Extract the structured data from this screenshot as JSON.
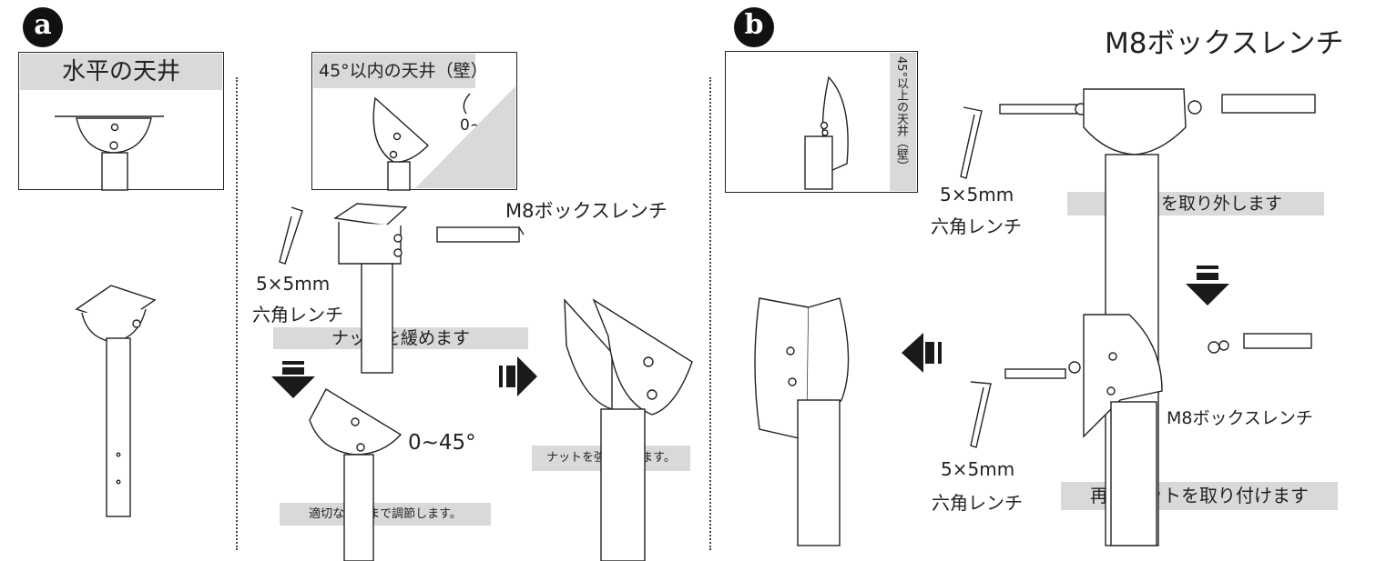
{
  "section_a": {
    "badge": "a",
    "horizontal_ceiling": "水平の天井",
    "ceiling_45": "45°以内の天井（壁）",
    "angle_range_1": "0~45°",
    "box_wrench_label": "M8ボックスレンチ",
    "hex_wrench_size": "5×5mm",
    "hex_wrench_name": "六角レンチ",
    "loosen_nut": "ナットを緩めます",
    "angle_range_2": "0~45°",
    "adjust_angle": "適切な角度まで調節します。",
    "tighten_nut": "ナットを強く締めます。"
  },
  "section_b": {
    "badge": "b",
    "ceiling_over_45": "45°以上の天井（壁）",
    "box_wrench_top": "M8ボックスレンチ",
    "hex_wrench_size_top": "5×5mm",
    "hex_wrench_name_top": "六角レンチ",
    "remove_nut": "ナットを取り外します",
    "box_wrench_bottom": "M8ボックスレンチ",
    "hex_wrench_size_bottom": "5×5mm",
    "hex_wrench_name_bottom": "六角レンチ",
    "reattach_nut": "再びナットを取り付けます"
  },
  "colors": {
    "ink": "#222222",
    "gray_bar": "#d9d9d9",
    "arrow": "#1a1a1a"
  }
}
